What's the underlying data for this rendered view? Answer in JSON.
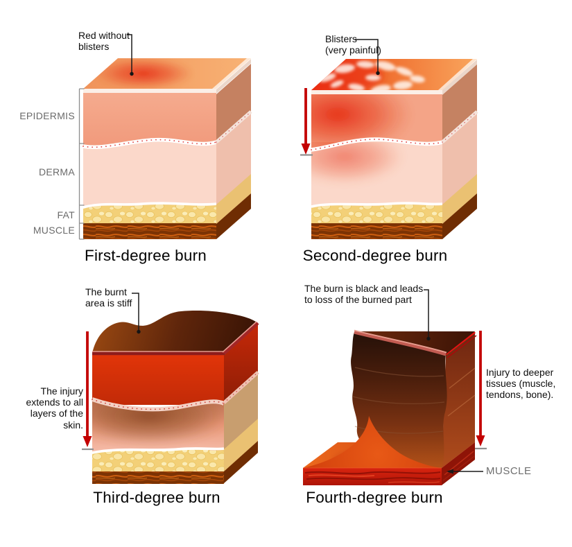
{
  "figure": {
    "panels": {
      "first": {
        "title": "First-degree burn",
        "callout_lines": [
          "Red without",
          "blisters"
        ],
        "layer_labels": [
          "EPIDERMIS",
          "DERMA",
          "FAT",
          "MUSCLE"
        ]
      },
      "second": {
        "title": "Second-degree burn",
        "callout_lines": [
          "Blisters",
          "(very painful)"
        ]
      },
      "third": {
        "title": "Third-degree burn",
        "callout_lines": [
          "The burnt",
          "area is stiff"
        ],
        "note": "The injury extends to all layers of the skin."
      },
      "fourth": {
        "title": "Fourth-degree burn",
        "callout_lines": [
          "The burn is black and leads",
          "to loss of the burned part"
        ],
        "note": "Injury to deeper tissues (muscle, tendons, bone).",
        "muscle_label": "MUSCLE"
      }
    },
    "colors": {
      "label_gray": "#6e6e6e",
      "text_black": "#0d0d0d",
      "arrow_red": "#c30000",
      "epidermis": "#f4a487",
      "derma": "#fbd8ca",
      "fat": "#f3d078",
      "muscle": "#7c3304"
    }
  }
}
